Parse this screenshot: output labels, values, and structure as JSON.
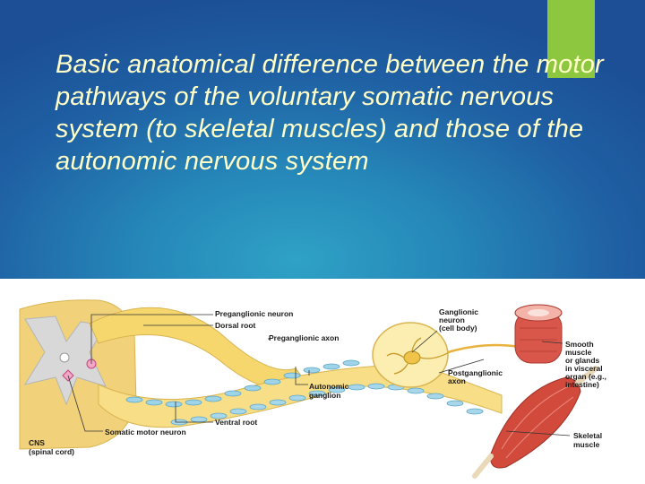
{
  "slide": {
    "title": "Basic anatomical difference between the motor pathways of the voluntary somatic nervous system (to skeletal muscles) and those of the autonomic nervous system",
    "accent_color": "#8dc63f",
    "background_color": "#1f5fa3",
    "title_color": "#ffffc8"
  },
  "diagram": {
    "labels": {
      "preganglionic_neuron": "Preganglionic neuron",
      "dorsal_root": "Dorsal root",
      "preganglionic_axon": "Preganglionic axon",
      "autonomic_ganglion_1": "Autonomic",
      "autonomic_ganglion_2": "ganglion",
      "ventral_root": "Ventral root",
      "somatic_motor_neuron": "Somatic motor neuron",
      "cns_1": "CNS",
      "cns_2": "(spinal cord)",
      "ganglionic_neuron_1": "Ganglionic",
      "ganglionic_neuron_2": "neuron",
      "ganglionic_neuron_3": "(cell body)",
      "postganglionic_axon_1": "Postganglionic",
      "postganglionic_axon_2": "axon",
      "smooth_muscle_1": "Smooth",
      "smooth_muscle_2": "muscle",
      "smooth_muscle_3": "or glands",
      "smooth_muscle_4": "in visceral",
      "smooth_muscle_5": "organ (e.g.,",
      "smooth_muscle_6": "intestine)",
      "skeletal_muscle_1": "Skeletal",
      "skeletal_muscle_2": "muscle"
    }
  }
}
